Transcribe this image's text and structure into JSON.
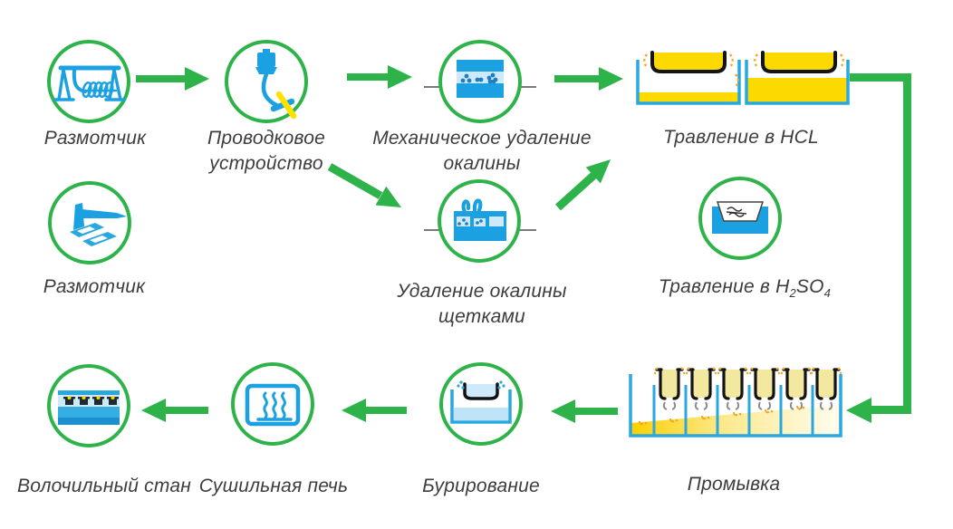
{
  "colors": {
    "accent_green": "#2eb34a",
    "icon_blue": "#1ba1e2",
    "acid_yellow": "#fcd900",
    "label_text": "#3d3d3d"
  },
  "nodes": {
    "unwinder_top": {
      "label": "Размотчик"
    },
    "guide_device": {
      "line1": "Проводковое",
      "line2": "устройство"
    },
    "mechanical_descaling": {
      "line1": "Механическое удаление",
      "line2": "окалины"
    },
    "hcl_pickling": {
      "label": "Травление в HCL"
    },
    "unwinder_middle": {
      "label": "Размотчик"
    },
    "brush_descaling": {
      "line1": "Удаление окалины",
      "line2": "щетками"
    },
    "h2so4_pickling": {
      "prefix": "Травление в H",
      "sub_2": "2",
      "so": "SO",
      "sub_4": "4"
    },
    "drawing_mill": {
      "label": "Волочильный стан"
    },
    "drying_furnace": {
      "label": "Сушильная печь"
    },
    "burnishing": {
      "label": "Бурирование"
    },
    "washing": {
      "label": "Промывка"
    }
  },
  "icons": {
    "unwinder_top": "coil-unwinder-icon",
    "guide_device": "wire-guide-icon",
    "mechanical_descaling": "descaler-box-icon",
    "brush_descaling": "brush-machine-icon",
    "h2so4_pickling": "acid-bath-icon",
    "hcl_pickling": "double-pickling-tank-illustration",
    "washing": "rinse-tank-illustration",
    "burnishing": "dip-basket-icon",
    "drying_furnace": "heat-oven-icon",
    "drawing_mill": "drawing-blocks-icon",
    "unwinder_middle": "payoff-stand-icon"
  }
}
